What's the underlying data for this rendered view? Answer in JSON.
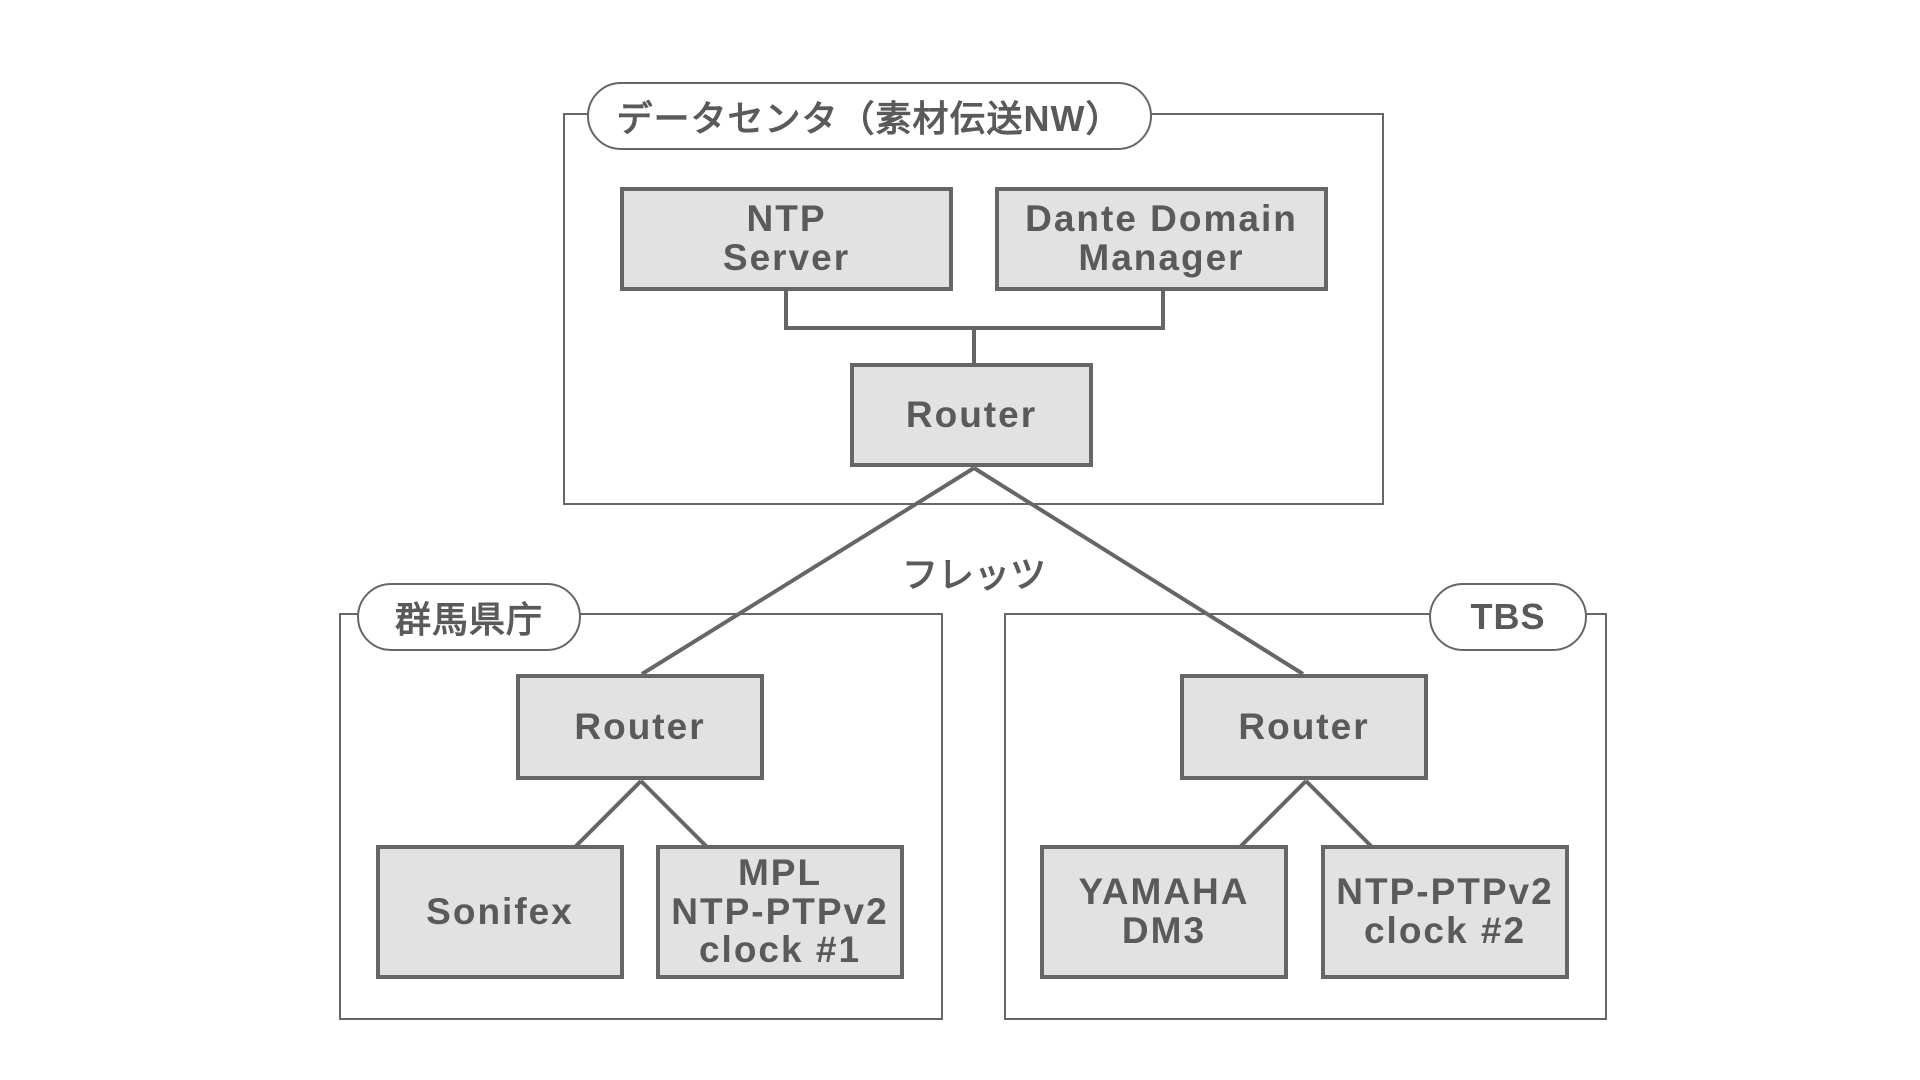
{
  "groups": {
    "datacenter": {
      "label": "データセンタ（素材伝送NW）"
    },
    "gunma": {
      "label": "群馬県庁"
    },
    "tbs": {
      "label": "TBS"
    }
  },
  "nodes": {
    "ntp_server": {
      "line1": "NTP",
      "line2": "Server"
    },
    "dante": {
      "line1": "Dante Domain",
      "line2": "Manager"
    },
    "dc_router": {
      "label": "Router"
    },
    "gunma_router": {
      "label": "Router"
    },
    "sonifex": {
      "label": "Sonifex"
    },
    "mpl_clock": {
      "line1": "MPL",
      "line2": "NTP-PTPv2",
      "line3": "clock #1"
    },
    "tbs_router": {
      "label": "Router"
    },
    "yamaha": {
      "line1": "YAMAHA",
      "line2": "DM3"
    },
    "tbs_clock": {
      "line1": "NTP-PTPv2",
      "line2": "clock #2"
    }
  },
  "network": {
    "label": "フレッツ"
  },
  "colors": {
    "line": "#666666",
    "box_fill": "#e2e2e2",
    "text": "#5a5a5a"
  }
}
